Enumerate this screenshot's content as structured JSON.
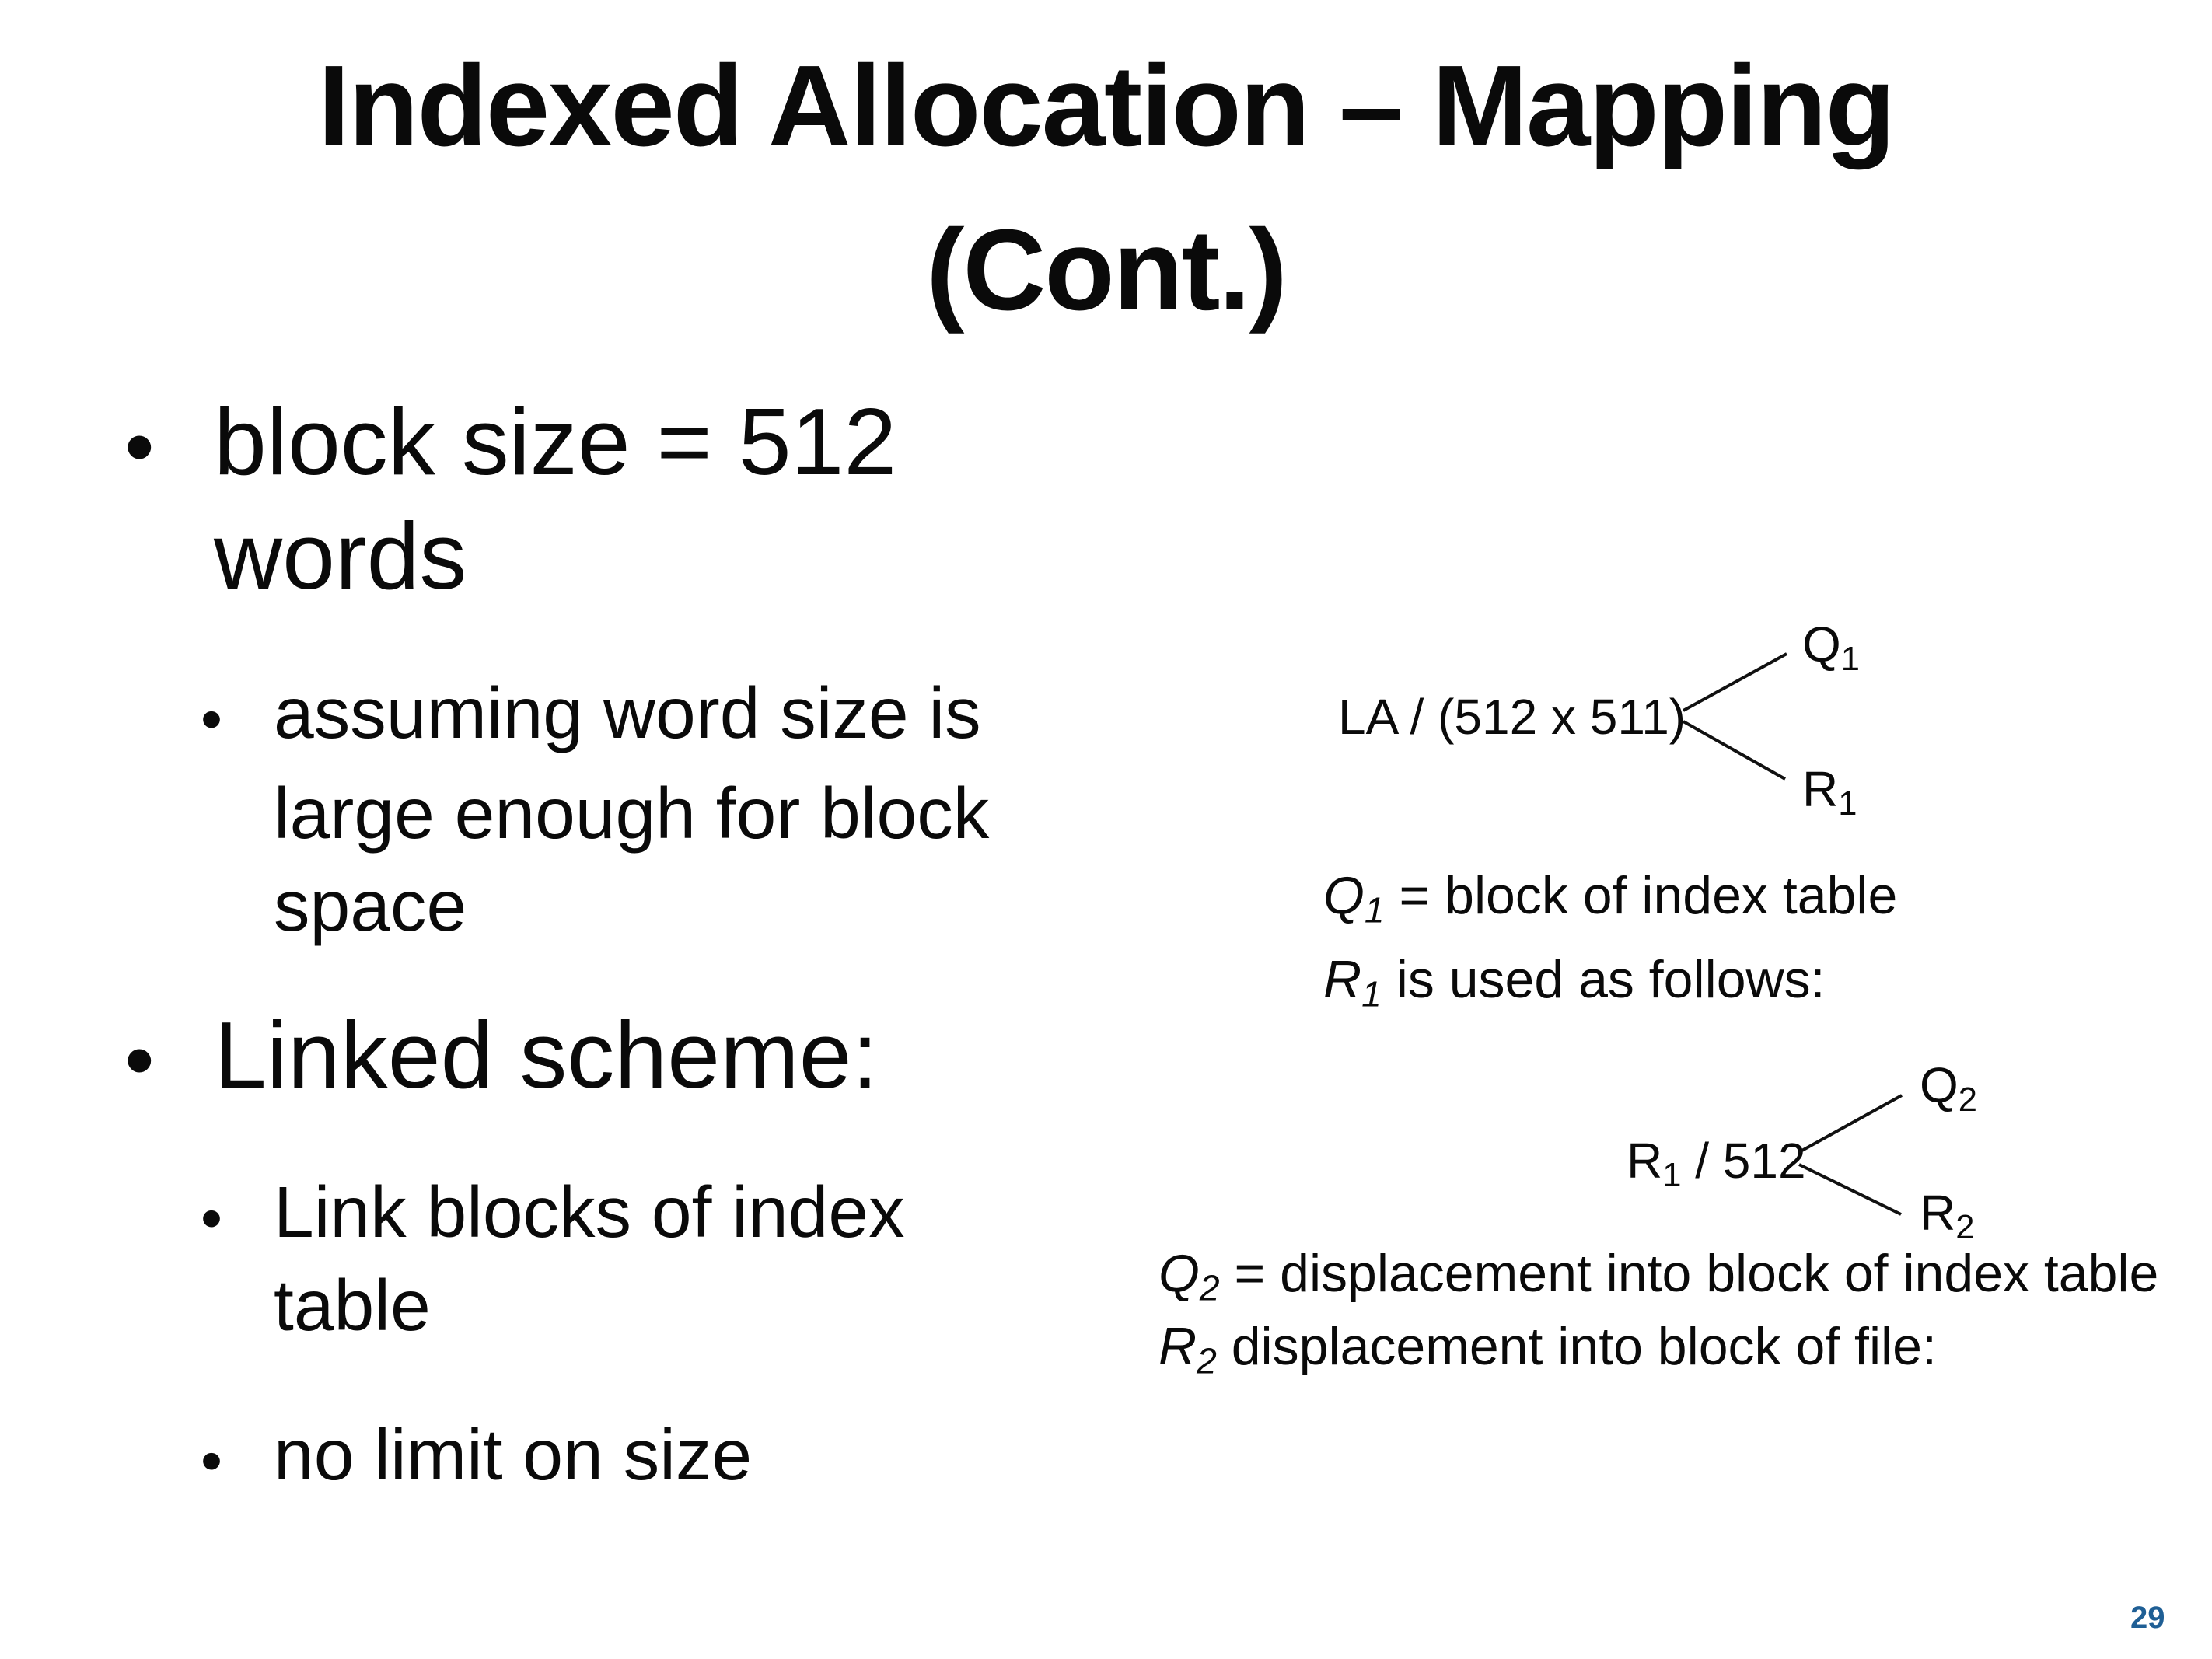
{
  "title": {
    "line1": "Indexed Allocation – Mapping",
    "line2": "(Cont.)"
  },
  "bullets": [
    {
      "lines": [
        "block size = 512",
        "words"
      ],
      "sub": [
        {
          "lines": [
            "assuming word size is",
            "large enough for block",
            "space"
          ]
        }
      ]
    },
    {
      "lines": [
        "Linked scheme:"
      ],
      "sub": [
        {
          "lines": [
            "Link blocks of index",
            "table"
          ]
        },
        {
          "lines": [
            "no limit on size"
          ]
        }
      ]
    }
  ],
  "bullet_glyph": "•",
  "diagram1": {
    "expr": "LA / (512 x 511)",
    "q": "Q",
    "q_sub": "1",
    "r": "R",
    "r_sub": "1"
  },
  "explain1": {
    "line1_var": "Q",
    "line1_sub": "1",
    "line1_text": " = block of index table",
    "line2_var": "R",
    "line2_sub": "1",
    "line2_text": " is used as follows:"
  },
  "diagram2": {
    "expr_var": "R",
    "expr_sub": "1",
    "expr_text": " / 512",
    "q": "Q",
    "q_sub": "2",
    "r": "R",
    "r_sub": "2"
  },
  "explain2": {
    "line1_var": "Q",
    "line1_sub": "2",
    "line1_text": " = displacement into block of index table",
    "line2_var": "R",
    "line2_sub": "2",
    "line2_text": " displacement into block of file:"
  },
  "page_number": "29",
  "colors": {
    "page_number": "#1f5f95",
    "text": "#0a0a0a"
  }
}
